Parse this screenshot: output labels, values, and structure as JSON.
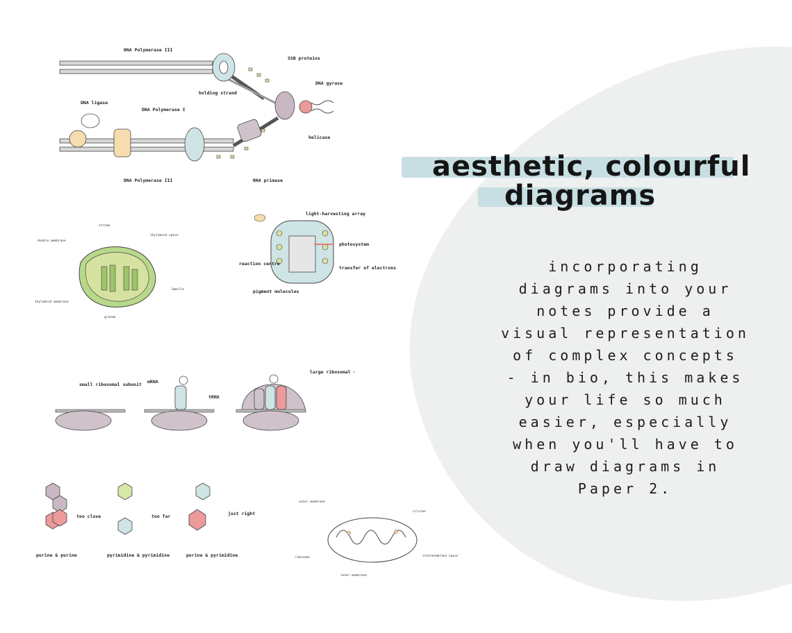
{
  "headline": {
    "line1": "aesthetic, colourful",
    "line2": "diagrams",
    "highlight_color": "#c7dfe2"
  },
  "body_lines": [
    "incorporating",
    "diagrams into your",
    "notes provide a",
    "visual representation",
    "of complex concepts",
    "- in bio, this makes",
    "your life so much",
    "easier, especially",
    "when you'll have to",
    "draw diagrams in",
    "Paper 2."
  ],
  "background_blob_color": "#eeefef",
  "diagrams": {
    "dna_replication": {
      "pol3_top": "DNA Polymerase III",
      "ssb": "SSB proteins",
      "gyrase": "DNA gyrase",
      "holding": "holding strand",
      "ligase": "DNA ligase",
      "pol1": "DNA Polymerase I",
      "helicase": "helicase",
      "pol3_bottom": "DNA Polymerase III",
      "primase": "RNA primase"
    },
    "chloroplast": {
      "stroma": "stroma",
      "double_membrane": "double membrane",
      "thylakoid_space": "thylakoid space",
      "thylakoid_membrane": "thylakoid membrane",
      "granum": "granum",
      "lamella": "lamella"
    },
    "photosystem": {
      "antenna": "light-harvesting array",
      "photosystem": "photosystem",
      "reaction_centre": "reaction centre",
      "transfer": "transfer of electrons",
      "pigment": "pigment molecules"
    },
    "ribosome": {
      "small": "small ribosomal subunit",
      "mrna": "mRNA",
      "trna": "tRNA",
      "large": "large ribosomal subunit"
    },
    "base_pairing": {
      "wrong1": "too close",
      "wrong2": "too far",
      "right": "just right",
      "label1": "purine & purine",
      "label2": "pyrimidine & pyrimidine",
      "label3": "purine & pyrimidine"
    },
    "mitochondrion": {
      "outer": "outer membrane",
      "cristae": "cristae",
      "ribosome": "ribosome",
      "intermembrane": "intermembrane space",
      "inner": "inner membrane"
    }
  }
}
